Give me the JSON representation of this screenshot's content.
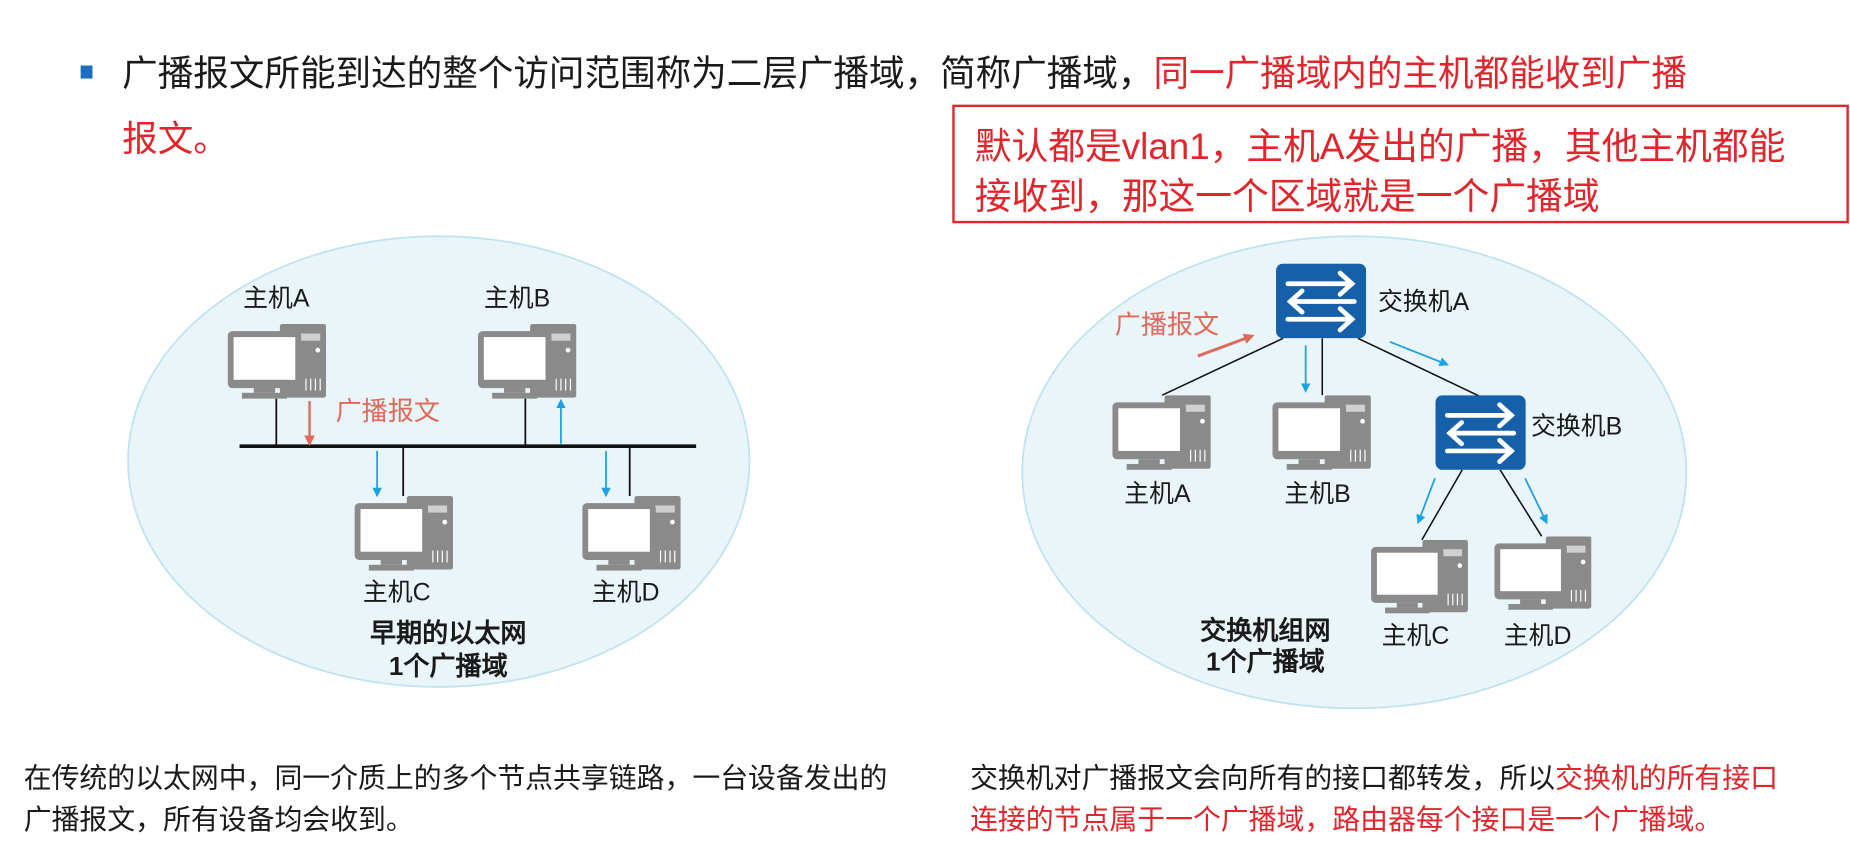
{
  "heading": {
    "black_text": "广播报文所能到达的整个访问范围称为二层广播域，简称广播域，",
    "red_text_line1": "同一广播域内的主机都能收到广播",
    "red_text_line2": "报文。"
  },
  "note_box": {
    "line1": "默认都是vlan1，主机A发出的广播，其他主机都能",
    "line2": "接收到，那这一个区域就是一个广播域"
  },
  "left_diagram": {
    "hosts": [
      "主机A",
      "主机B",
      "主机C",
      "主机D"
    ],
    "broadcast_label": "广播报文",
    "caption_line1": "早期的以太网",
    "caption_line2": "1个广播域"
  },
  "right_diagram": {
    "switches": [
      "交换机A",
      "交换机B"
    ],
    "hosts": [
      "主机A",
      "主机B",
      "主机C",
      "主机D"
    ],
    "broadcast_label": "广播报文",
    "caption_line1": "交换机组网",
    "caption_line2": "1个广播域"
  },
  "bottom_left": {
    "line1": "在传统的以太网中，同一介质上的多个节点共享链路，一台设备发出的",
    "line2": "广播报文，所有设备均会收到。"
  },
  "bottom_right": {
    "line1_black": "交换机对广播报文会向所有的接口都转发，所以",
    "line1_red": "交换机的所有接口",
    "line2_red": "连接的节点属于一个广播域，路由器每个接口是一个广播域。"
  },
  "colors": {
    "accent_red": "#e0262c",
    "bullet_blue": "#1a6fc0",
    "switch_blue": "#1560a8",
    "arrow_blue": "#1aa3e0",
    "domain_fill": "#eaf5fa"
  }
}
